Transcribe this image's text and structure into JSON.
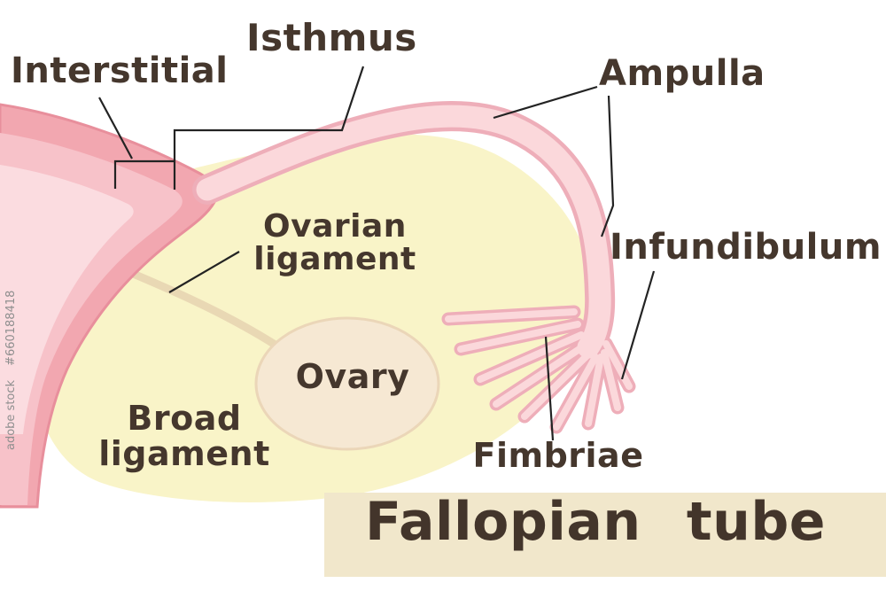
{
  "watermark": {
    "brand": "adobe stock",
    "id": "#660188418"
  },
  "labels": {
    "interstitial": "Interstitial",
    "isthmus": "Isthmus",
    "ampulla": "Ampulla",
    "infundibulum": "Infundibulum",
    "ovarian_ligament": {
      "line1": "Ovarian",
      "line2": "ligament"
    },
    "ovary": "Ovary",
    "broad_ligament": {
      "line1": "Broad",
      "line2": "ligament"
    },
    "fimbriae": "Fimbriae"
  },
  "title": "Fallopian tube",
  "colors": {
    "label_text": "#45372d",
    "leader_line": "#232323",
    "uterus_outer": "#f2a7b0",
    "uterus_outline": "#e88f9c",
    "uterus_mid": "#f7c2c9",
    "uterus_inner": "#fbdce0",
    "tube_fill": "#fbd8db",
    "tube_outline": "#eeaeb9",
    "broad_ligament": "#f9f4c8",
    "ovary_fill": "#f6e8d3",
    "ovary_outline": "#ebd6b8",
    "ovarian_ligament": "#e9d8b4",
    "title_strip": "#f1e7cb",
    "background": "#ffffff"
  }
}
